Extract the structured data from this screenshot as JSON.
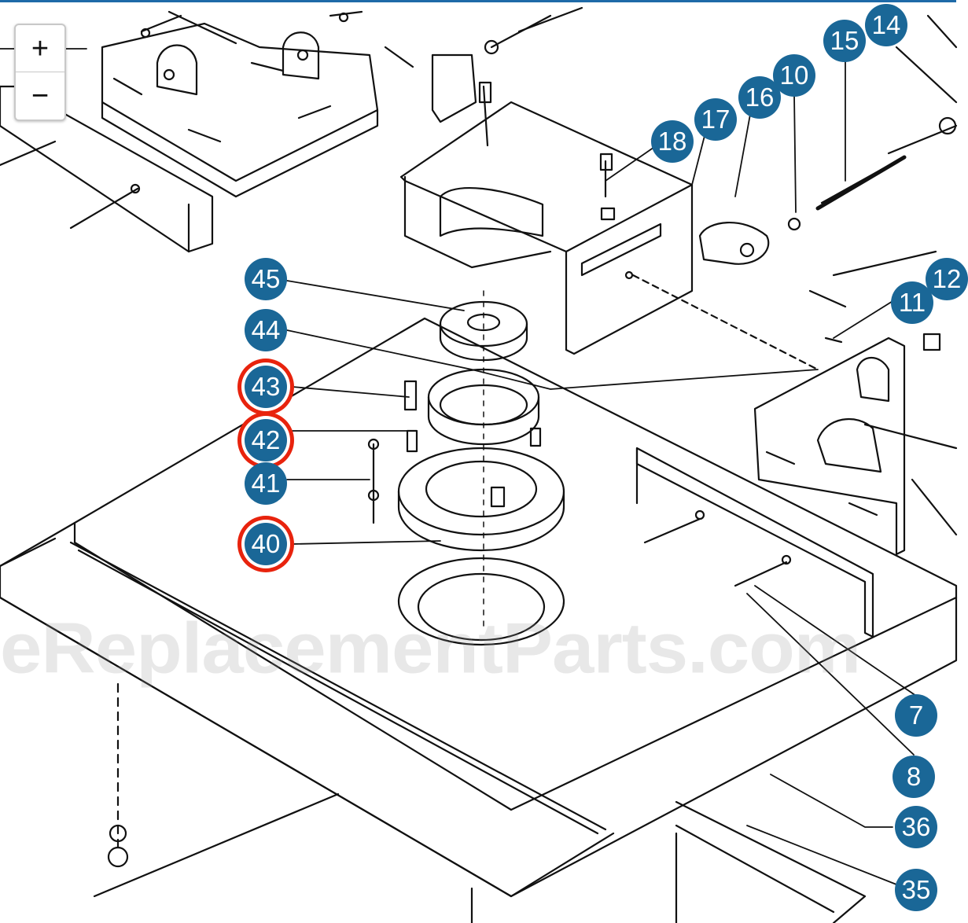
{
  "zoom": {
    "in_label": "+",
    "out_label": "−"
  },
  "watermark": "eReplacementParts.com",
  "callouts": [
    {
      "id": "c45",
      "label": "45",
      "highlighted": false
    },
    {
      "id": "c44",
      "label": "44",
      "highlighted": false
    },
    {
      "id": "c43",
      "label": "43",
      "highlighted": true
    },
    {
      "id": "c42",
      "label": "42",
      "highlighted": true
    },
    {
      "id": "c41",
      "label": "41",
      "highlighted": false
    },
    {
      "id": "c40",
      "label": "40",
      "highlighted": true
    },
    {
      "id": "c18",
      "label": "18",
      "highlighted": false
    },
    {
      "id": "c17",
      "label": "17",
      "highlighted": false
    },
    {
      "id": "c16",
      "label": "16",
      "highlighted": false
    },
    {
      "id": "c10",
      "label": "10",
      "highlighted": false
    },
    {
      "id": "c15",
      "label": "15",
      "highlighted": false
    },
    {
      "id": "c14",
      "label": "14",
      "highlighted": false
    },
    {
      "id": "c11",
      "label": "11",
      "highlighted": false
    },
    {
      "id": "c12",
      "label": "12",
      "highlighted": false
    },
    {
      "id": "c7",
      "label": "7",
      "highlighted": false
    },
    {
      "id": "c8",
      "label": "8",
      "highlighted": false
    },
    {
      "id": "c36",
      "label": "36",
      "highlighted": false
    },
    {
      "id": "c35",
      "label": "35",
      "highlighted": false
    }
  ],
  "colors": {
    "callout_fill": "#1a6797",
    "highlight_ring": "#e8230d",
    "accent_bar": "#1e6aa8"
  }
}
